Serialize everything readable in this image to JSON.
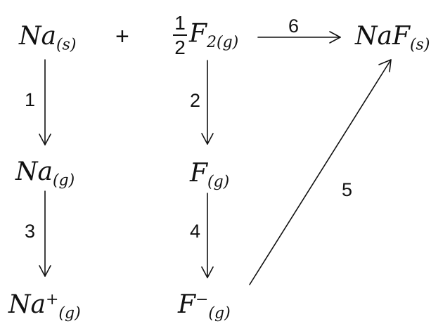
{
  "top": {
    "na_solid": {
      "base": "Na",
      "state": "(s)"
    },
    "plus": "+",
    "fluorine": {
      "numerator": "1",
      "denominator": "2",
      "base": "F",
      "subscript": "2",
      "state": "(g)"
    },
    "product": {
      "base": "NaF",
      "state": "(s)"
    }
  },
  "middle": {
    "na_gas": {
      "base": "Na",
      "state": "(g)"
    },
    "f_gas": {
      "base": "F",
      "state": "(g)"
    }
  },
  "bottom": {
    "na_ion": {
      "base": "Na",
      "charge": "+",
      "state": "(g)"
    },
    "f_ion": {
      "base": "F",
      "charge": "−",
      "state": "(g)"
    }
  },
  "steps": {
    "s1": "1",
    "s2": "2",
    "s3": "3",
    "s4": "4",
    "s5": "5",
    "s6": "6"
  }
}
